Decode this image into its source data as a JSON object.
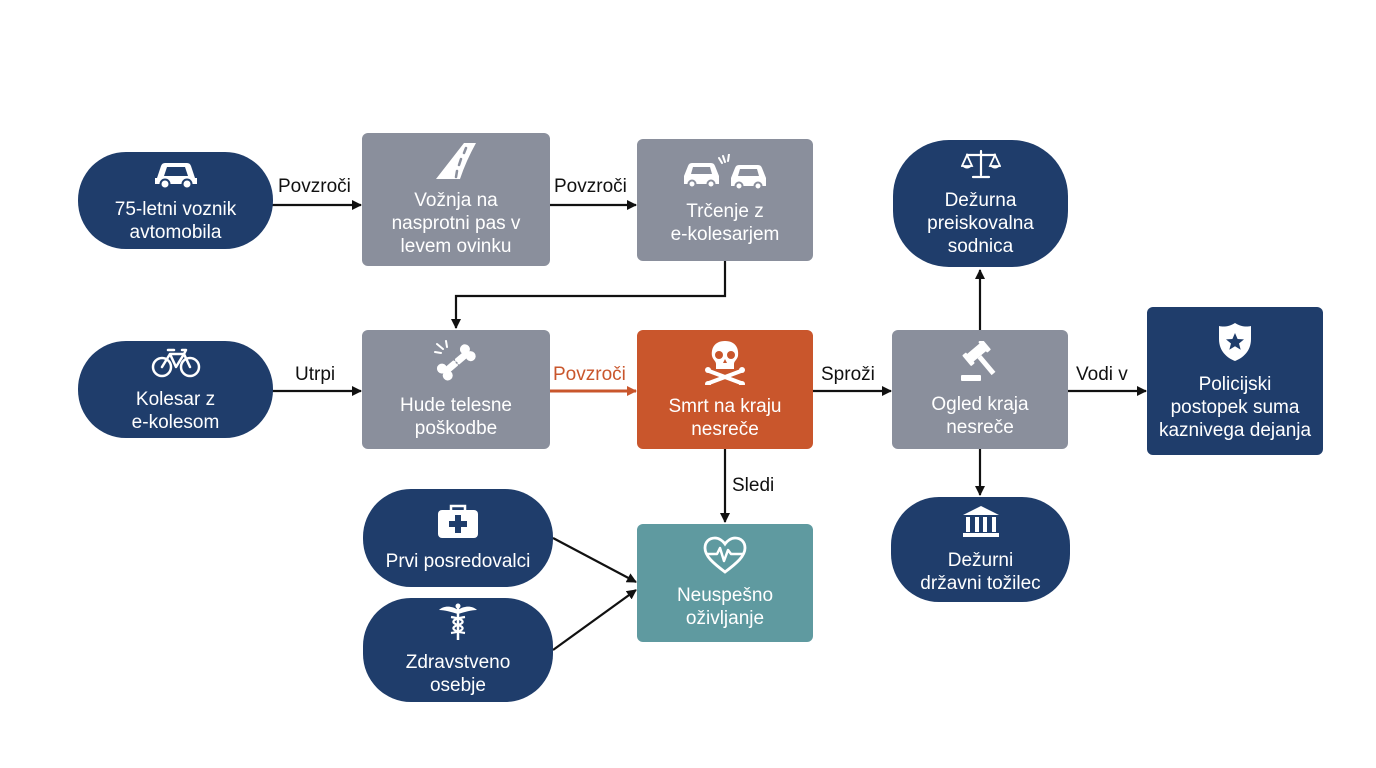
{
  "colors": {
    "actor": "#1f3d6b",
    "event": "#8a8f9c",
    "death": "#c9562c",
    "revive": "#5f9aa0",
    "edge": "#111111",
    "highlight_edge": "#c9562c"
  },
  "nodes": {
    "driver": {
      "label": "75-letni voznik\navtomobila",
      "icon": "car-icon"
    },
    "oncoming": {
      "label": "Vožnja na\nnasprotni pas v\nlevem ovinku",
      "icon": "road-icon"
    },
    "collision": {
      "label": "Trčenje z\ne-kolesarjem",
      "icon": "car-crash-icon"
    },
    "cyclist": {
      "label": "Kolesar z\ne-kolesom",
      "icon": "bicycle-icon"
    },
    "injuries": {
      "label": "Hude telesne\npoškodbe",
      "icon": "broken-bone-icon"
    },
    "death": {
      "label": "Smrt na kraju\nnesreče",
      "icon": "skull-icon"
    },
    "inspection": {
      "label": "Ogled kraja\nnesreče",
      "icon": "gavel-icon"
    },
    "judge": {
      "label": "Dežurna\npreiskovalna\nsodnica",
      "icon": "scales-icon"
    },
    "prosecutor": {
      "label": "Dežurni\ndržavni tožilec",
      "icon": "courthouse-icon"
    },
    "police": {
      "label": "Policijski\npostopek suma\nkaznivega dejanja",
      "icon": "police-badge-icon"
    },
    "responders": {
      "label": "Prvi posredovalci",
      "icon": "first-aid-kit-icon"
    },
    "medical": {
      "label": "Zdravstveno\nosebje",
      "icon": "caduceus-icon"
    },
    "resuscitation": {
      "label": "Neuspešno\noživljanje",
      "icon": "heartbeat-icon"
    }
  },
  "edges": {
    "driver_oncoming": "Povzroči",
    "oncoming_collision": "Povzroči",
    "cyclist_injuries": "Utrpi",
    "injuries_death": "Povzroči",
    "death_inspection": "Sproži",
    "inspection_police": "Vodi v",
    "death_resuscitation": "Sledi"
  }
}
